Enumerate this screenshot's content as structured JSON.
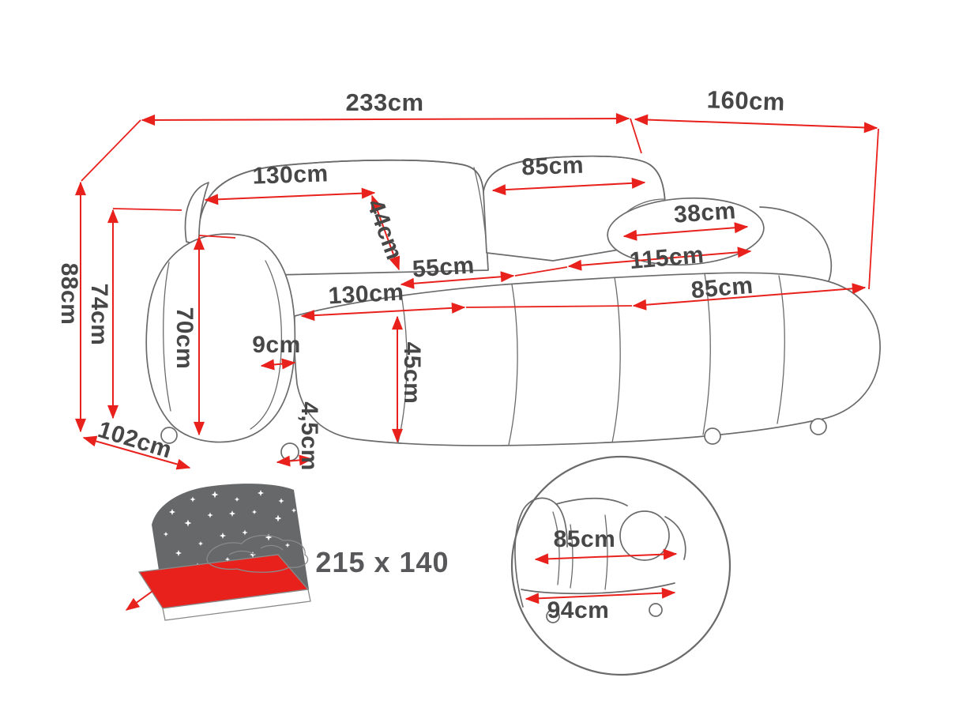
{
  "colors": {
    "dimension_red": "#e8211d",
    "outline_gray": "#6b6b6b",
    "label_gray": "#474747",
    "headboard_gray": "#66686a"
  },
  "dims": {
    "overall_width": "233cm",
    "overall_depth": "160cm",
    "back_left_width": "130cm",
    "back_right_width": "85cm",
    "backrest_height": "44cm",
    "seat_depth": "55cm",
    "seat_width": "130cm",
    "bolster_diameter": "38cm",
    "chaise_length": "115cm",
    "chaise_width": "85cm",
    "total_height": "88cm",
    "back_height": "74cm",
    "armrest_height": "70cm",
    "armrest_edge_width": "9cm",
    "seat_height": "45cm",
    "leg_clearance": "4,5cm",
    "armrest_depth": "102cm"
  },
  "sleeping": {
    "size_label": "215 x 140"
  },
  "detail": {
    "seat_width": "85cm",
    "base_width": "94cm"
  }
}
